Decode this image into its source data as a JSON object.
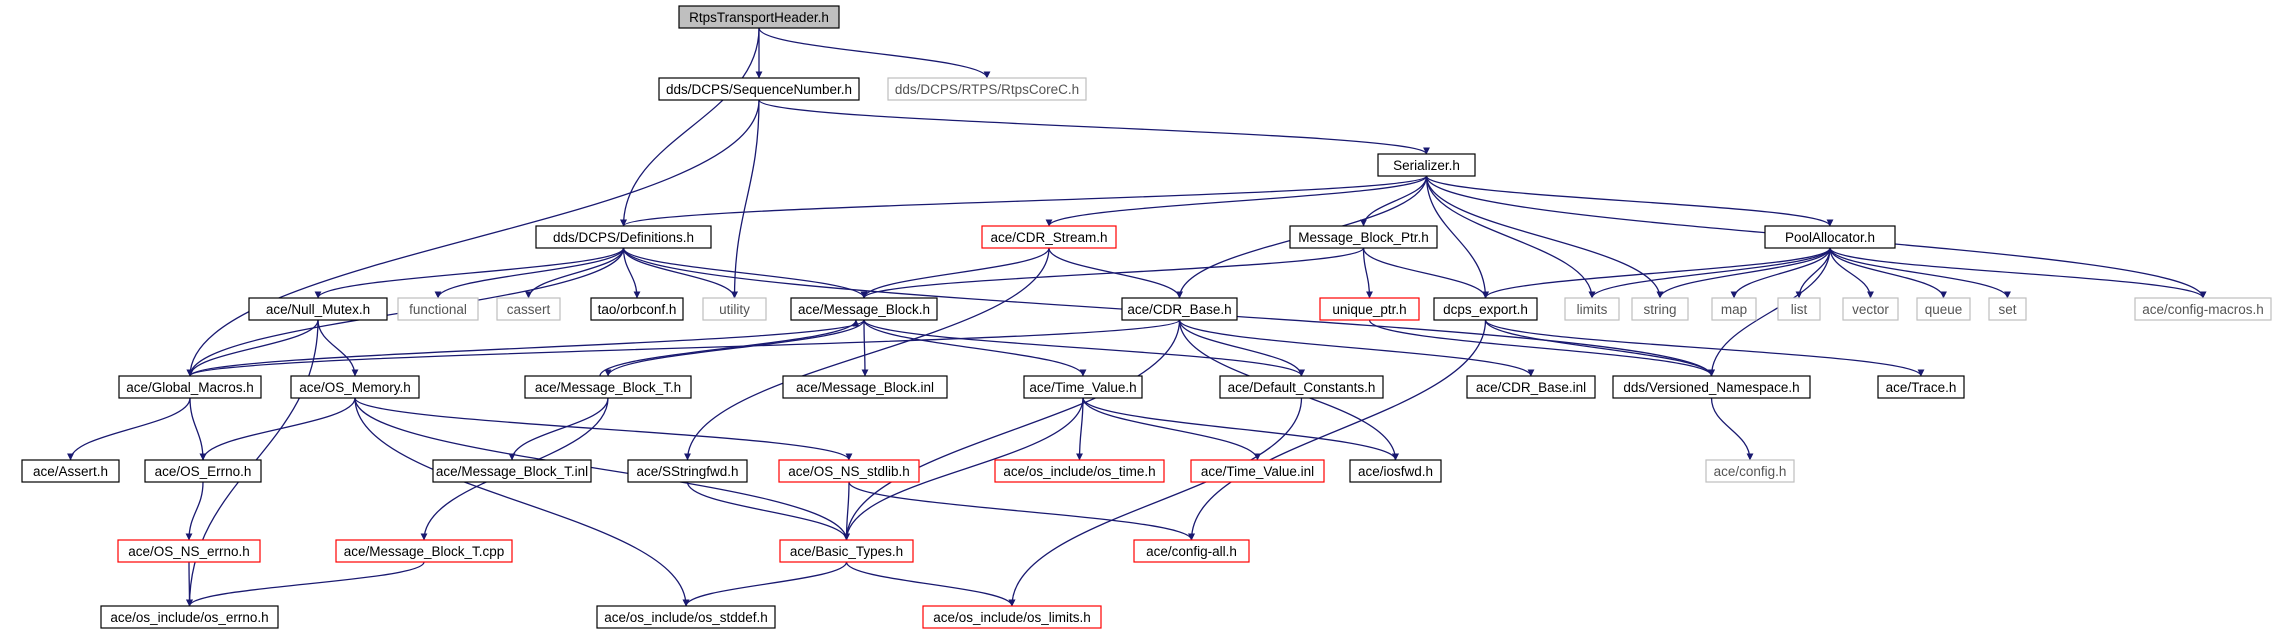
{
  "colors": {
    "edge": "#191970",
    "border_normal": "#000000",
    "border_truncated": "#ff0000",
    "border_external": "#bfbfbf",
    "root_fill": "#bfbfbf",
    "text_normal": "#000000",
    "text_external": "#555555"
  },
  "nodes": [
    {
      "id": "root",
      "label": "RtpsTransportHeader.h",
      "kind": "root"
    },
    {
      "id": "seq",
      "label": "dds/DCPS/SequenceNumber.h",
      "kind": "normal"
    },
    {
      "id": "rtpsc",
      "label": "dds/DCPS/RTPS/RtpsCoreC.h",
      "kind": "external"
    },
    {
      "id": "ser",
      "label": "Serializer.h",
      "kind": "normal"
    },
    {
      "id": "defs",
      "label": "dds/DCPS/Definitions.h",
      "kind": "normal"
    },
    {
      "id": "cdrs",
      "label": "ace/CDR_Stream.h",
      "kind": "truncated"
    },
    {
      "id": "mbp",
      "label": "Message_Block_Ptr.h",
      "kind": "normal"
    },
    {
      "id": "pool",
      "label": "PoolAllocator.h",
      "kind": "normal"
    },
    {
      "id": "null",
      "label": "ace/Null_Mutex.h",
      "kind": "normal"
    },
    {
      "id": "func",
      "label": "functional",
      "kind": "external"
    },
    {
      "id": "cass",
      "label": "cassert",
      "kind": "external"
    },
    {
      "id": "orb",
      "label": "tao/orbconf.h",
      "kind": "normal"
    },
    {
      "id": "util",
      "label": "utility",
      "kind": "external"
    },
    {
      "id": "mb",
      "label": "ace/Message_Block.h",
      "kind": "normal"
    },
    {
      "id": "cdrb",
      "label": "ace/CDR_Base.h",
      "kind": "normal"
    },
    {
      "id": "uptr",
      "label": "unique_ptr.h",
      "kind": "truncated"
    },
    {
      "id": "dcps",
      "label": "dcps_export.h",
      "kind": "normal"
    },
    {
      "id": "limits",
      "label": "limits",
      "kind": "external"
    },
    {
      "id": "string",
      "label": "string",
      "kind": "external"
    },
    {
      "id": "map",
      "label": "map",
      "kind": "external"
    },
    {
      "id": "list",
      "label": "list",
      "kind": "external"
    },
    {
      "id": "vector",
      "label": "vector",
      "kind": "external"
    },
    {
      "id": "queue",
      "label": "queue",
      "kind": "external"
    },
    {
      "id": "set",
      "label": "set",
      "kind": "external"
    },
    {
      "id": "cfgm",
      "label": "ace/config-macros.h",
      "kind": "external"
    },
    {
      "id": "gm",
      "label": "ace/Global_Macros.h",
      "kind": "normal"
    },
    {
      "id": "osmem",
      "label": "ace/OS_Memory.h",
      "kind": "normal"
    },
    {
      "id": "mbt",
      "label": "ace/Message_Block_T.h",
      "kind": "normal"
    },
    {
      "id": "mbinl",
      "label": "ace/Message_Block.inl",
      "kind": "normal"
    },
    {
      "id": "tv",
      "label": "ace/Time_Value.h",
      "kind": "normal"
    },
    {
      "id": "dc",
      "label": "ace/Default_Constants.h",
      "kind": "normal"
    },
    {
      "id": "cdrbi",
      "label": "ace/CDR_Base.inl",
      "kind": "normal"
    },
    {
      "id": "vns",
      "label": "dds/Versioned_Namespace.h",
      "kind": "normal"
    },
    {
      "id": "trace",
      "label": "ace/Trace.h",
      "kind": "normal"
    },
    {
      "id": "assert",
      "label": "ace/Assert.h",
      "kind": "normal"
    },
    {
      "id": "errno",
      "label": "ace/OS_Errno.h",
      "kind": "normal"
    },
    {
      "id": "mbtinl",
      "label": "ace/Message_Block_T.inl",
      "kind": "normal"
    },
    {
      "id": "ssfwd",
      "label": "ace/SStringfwd.h",
      "kind": "normal"
    },
    {
      "id": "stdlib",
      "label": "ace/OS_NS_stdlib.h",
      "kind": "truncated"
    },
    {
      "id": "ostime",
      "label": "ace/os_include/os_time.h",
      "kind": "truncated"
    },
    {
      "id": "tvinl",
      "label": "ace/Time_Value.inl",
      "kind": "truncated"
    },
    {
      "id": "iosfwd",
      "label": "ace/iosfwd.h",
      "kind": "normal"
    },
    {
      "id": "config",
      "label": "ace/config.h",
      "kind": "external"
    },
    {
      "id": "nserr",
      "label": "ace/OS_NS_errno.h",
      "kind": "truncated"
    },
    {
      "id": "mbtcpp",
      "label": "ace/Message_Block_T.cpp",
      "kind": "truncated"
    },
    {
      "id": "bt",
      "label": "ace/Basic_Types.h",
      "kind": "truncated"
    },
    {
      "id": "cfgall",
      "label": "ace/config-all.h",
      "kind": "truncated"
    },
    {
      "id": "oserr",
      "label": "ace/os_include/os_errno.h",
      "kind": "normal"
    },
    {
      "id": "stddef",
      "label": "ace/os_include/os_stddef.h",
      "kind": "normal"
    },
    {
      "id": "oslim",
      "label": "ace/os_include/os_limits.h",
      "kind": "truncated"
    }
  ],
  "edges": [
    [
      "root",
      "seq"
    ],
    [
      "root",
      "rtpsc"
    ],
    [
      "root",
      "defs"
    ],
    [
      "seq",
      "ser"
    ],
    [
      "seq",
      "util"
    ],
    [
      "seq",
      "gm"
    ],
    [
      "ser",
      "defs"
    ],
    [
      "ser",
      "cdrs"
    ],
    [
      "ser",
      "mbp"
    ],
    [
      "ser",
      "pool"
    ],
    [
      "ser",
      "cdrb"
    ],
    [
      "ser",
      "dcps"
    ],
    [
      "ser",
      "limits"
    ],
    [
      "ser",
      "string"
    ],
    [
      "ser",
      "cfgm"
    ],
    [
      "defs",
      "null"
    ],
    [
      "defs",
      "func"
    ],
    [
      "defs",
      "cass"
    ],
    [
      "defs",
      "orb"
    ],
    [
      "defs",
      "util"
    ],
    [
      "defs",
      "mb"
    ],
    [
      "defs",
      "gm"
    ],
    [
      "defs",
      "vns"
    ],
    [
      "cdrs",
      "mb"
    ],
    [
      "cdrs",
      "cdrb"
    ],
    [
      "cdrs",
      "ssfwd"
    ],
    [
      "mbp",
      "mb"
    ],
    [
      "mbp",
      "uptr"
    ],
    [
      "mbp",
      "dcps"
    ],
    [
      "pool",
      "limits"
    ],
    [
      "pool",
      "string"
    ],
    [
      "pool",
      "map"
    ],
    [
      "pool",
      "list"
    ],
    [
      "pool",
      "vector"
    ],
    [
      "pool",
      "queue"
    ],
    [
      "pool",
      "set"
    ],
    [
      "pool",
      "cfgm"
    ],
    [
      "pool",
      "vns"
    ],
    [
      "pool",
      "dcps"
    ],
    [
      "null",
      "gm"
    ],
    [
      "null",
      "osmem"
    ],
    [
      "null",
      "oserr"
    ],
    [
      "mb",
      "gm"
    ],
    [
      "mb",
      "mbt"
    ],
    [
      "mb",
      "mbinl"
    ],
    [
      "mb",
      "tv"
    ],
    [
      "mb",
      "dc"
    ],
    [
      "mbt",
      "mb"
    ],
    [
      "mbt",
      "mbtinl"
    ],
    [
      "mbt",
      "mbtcpp"
    ],
    [
      "cdrb",
      "gm"
    ],
    [
      "cdrb",
      "dc"
    ],
    [
      "cdrb",
      "cdrbi"
    ],
    [
      "cdrb",
      "bt"
    ],
    [
      "cdrb",
      "iosfwd"
    ],
    [
      "uptr",
      "vns"
    ],
    [
      "dcps",
      "vns"
    ],
    [
      "dcps",
      "trace"
    ],
    [
      "dcps",
      "cfgall"
    ],
    [
      "gm",
      "assert"
    ],
    [
      "gm",
      "errno"
    ],
    [
      "osmem",
      "errno"
    ],
    [
      "osmem",
      "stdlib"
    ],
    [
      "osmem",
      "bt"
    ],
    [
      "osmem",
      "stddef"
    ],
    [
      "tv",
      "ostime"
    ],
    [
      "tv",
      "tvinl"
    ],
    [
      "tv",
      "iosfwd"
    ],
    [
      "tv",
      "bt"
    ],
    [
      "dc",
      "oslim"
    ],
    [
      "vns",
      "config"
    ],
    [
      "errno",
      "nserr"
    ],
    [
      "nserr",
      "oserr"
    ],
    [
      "mbtcpp",
      "oserr"
    ],
    [
      "ssfwd",
      "bt"
    ],
    [
      "stdlib",
      "bt"
    ],
    [
      "stdlib",
      "cfgall"
    ],
    [
      "bt",
      "stddef"
    ],
    [
      "bt",
      "oslim"
    ]
  ]
}
